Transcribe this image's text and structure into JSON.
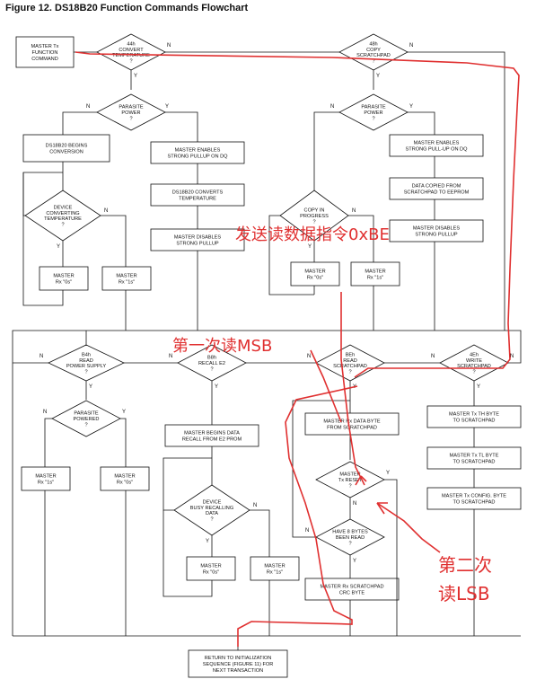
{
  "title": "Figure 12. DS18B20 Function Commands Flowchart",
  "colors": {
    "line": "#111111",
    "annotation": "#e03030",
    "background": "#ffffff"
  },
  "nodes": {
    "start": [
      "MASTER Tx",
      "FUNCTION",
      "COMMAND"
    ],
    "d44": [
      "44h",
      "CONVERT",
      "TEMPERATURE",
      "?"
    ],
    "d48": [
      "48h",
      "COPY",
      "SCRATCHPAD",
      "?"
    ],
    "dpp1": [
      "PARASITE",
      "POWER",
      "?"
    ],
    "dpp2": [
      "PARASITE",
      "POWER",
      "?"
    ],
    "begins_conv": [
      "DS18B20 BEGINS",
      "CONVERSION"
    ],
    "enable_pullup1": [
      "MASTER ENABLES",
      "STRONG PULLUP ON DQ"
    ],
    "converts": [
      "DS18B20 CONVERTS",
      "TEMPERATURE"
    ],
    "disable_pullup1": [
      "MASTER DISABLES",
      "STRONG PULLUP"
    ],
    "dconv": [
      "DEVICE",
      "CONVERTING",
      "TEMPERATURE",
      "?"
    ],
    "rx0_a": [
      "MASTER",
      "Rx \"0s\""
    ],
    "rx1_a": [
      "MASTER",
      "Rx \"1s\""
    ],
    "enable_pullup2": [
      "MASTER ENABLES",
      "STRONG PULL-UP ON DQ"
    ],
    "data_copied": [
      "DATA COPIED FROM",
      "SCRATCHPAD TO EEPROM"
    ],
    "disable_pullup2": [
      "MASTER DISABLES",
      "STRONG PULLUP"
    ],
    "dcopy": [
      "COPY IN",
      "PROGRESS",
      "?"
    ],
    "rx0_b": [
      "MASTER",
      "Rx \"0s\""
    ],
    "rx1_b": [
      "MASTER",
      "Rx \"1s\""
    ],
    "db4": [
      "B4h",
      "READ",
      "POWER SUPPLY",
      "?"
    ],
    "db8": [
      "B8h",
      "RECALL E2",
      "?"
    ],
    "dbe": [
      "BEh",
      "READ",
      "SCRATCHPAD",
      "?"
    ],
    "d4e": [
      "4Eh",
      "WRITE",
      "SCRATCHPAD",
      "?"
    ],
    "dpp3": [
      "PARASITE",
      "POWERED",
      "?"
    ],
    "rx1_c": [
      "MASTER",
      "Rx \"1s\""
    ],
    "rx0_c": [
      "MASTER",
      "Rx \"0s\""
    ],
    "recall": [
      "MASTER BEGINS DATA",
      "RECALL FROM E2 PROM"
    ],
    "dbusy": [
      "DEVICE",
      "BUSY RECALLING",
      "DATA",
      "?"
    ],
    "rx0_d": [
      "MASTER",
      "Rx \"0s\""
    ],
    "rx1_d": [
      "MASTER",
      "Rx \"1s\""
    ],
    "rx_byte": [
      "MASTER Rx DATA BYTE",
      "FROM SCRATCHPAD"
    ],
    "dreset": [
      "MASTER",
      "Tx RESET",
      "?"
    ],
    "dhave8": [
      "HAVE 8 BYTES",
      "BEEN READ",
      "?"
    ],
    "rx_crc": [
      "MASTER Rx SCRATCHPAD",
      "CRC BYTE"
    ],
    "tx_th": [
      "MASTER Tx TH BYTE",
      "TO SCRATCHPAD"
    ],
    "tx_tl": [
      "MASTER Tx TL BYTE",
      "TO SCRATCHPAD"
    ],
    "tx_config": [
      "MASTER Tx CONFIG. BYTE",
      "TO SCRATCHPAD"
    ],
    "return": [
      "RETURN TO INITIALIZATION",
      "SEQUENCE (FIGURE 11) FOR",
      "NEXT TRANSACTION"
    ]
  },
  "branch_labels": {
    "yes": "Y",
    "no": "N"
  },
  "annotations": {
    "send_cmd": "发送读数据指令0xBE",
    "first_read": "第一次读MSB",
    "second_read_line1": "第二次",
    "second_read_line2": "读LSB"
  }
}
